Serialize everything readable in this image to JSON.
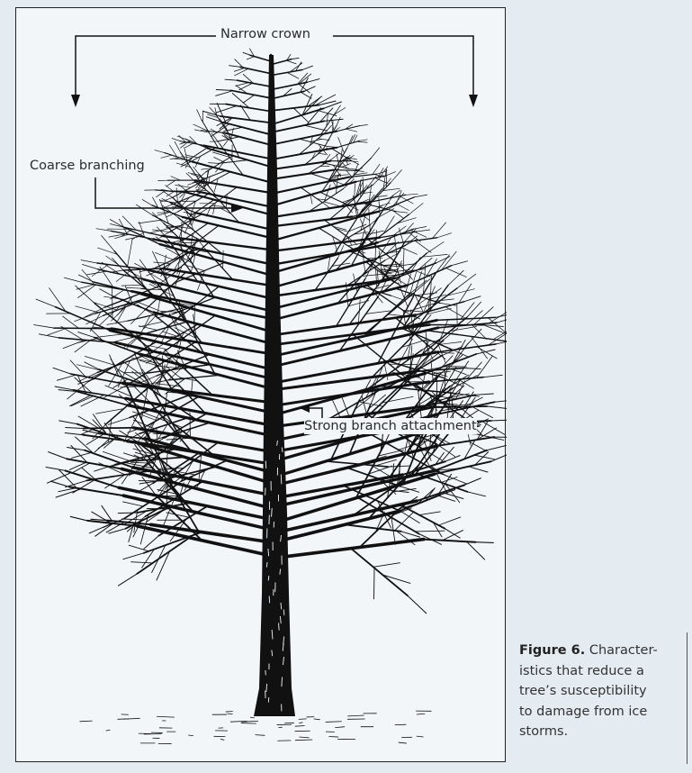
{
  "figure": {
    "labels": {
      "narrow_crown": "Narrow crown",
      "coarse_branching": "Coarse branching",
      "strong_attachment": "Strong branch attachment"
    },
    "caption_title": "Figure 6.",
    "caption_lines": [
      "Character-",
      "istics that reduce a",
      "tree’s susceptibility",
      "to damage from ice",
      "storms."
    ]
  },
  "colors": {
    "panel_bg": "#f2f6f9",
    "page_bg": "#e4ebf1",
    "ink": "#111111"
  }
}
